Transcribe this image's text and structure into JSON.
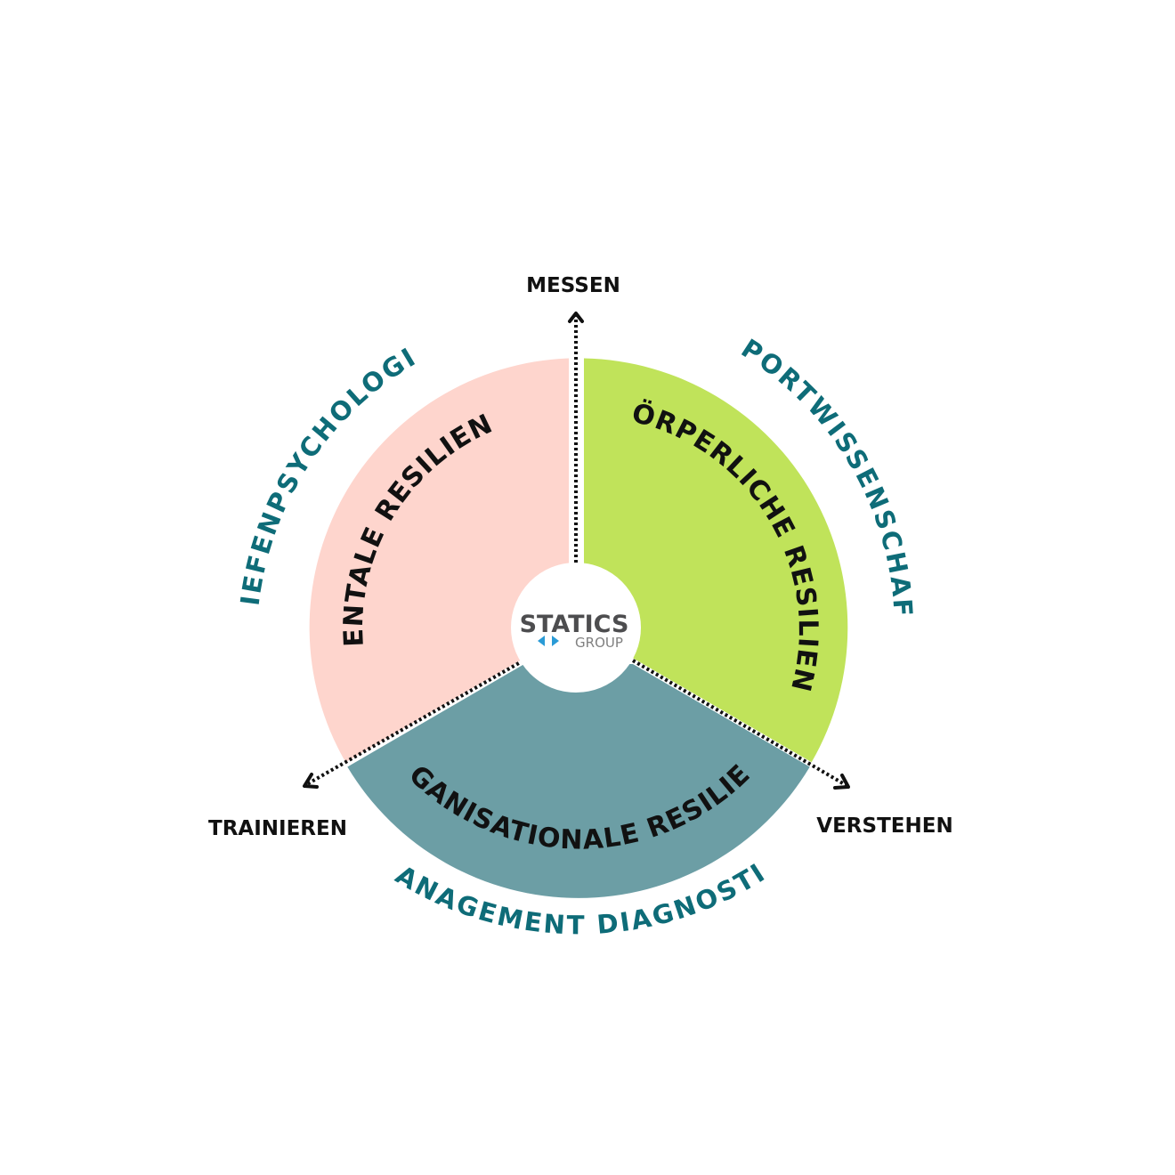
{
  "colors": {
    "mental": "#fed5cd",
    "koerper": "#c0e35a",
    "organisation": "#6c9ea5",
    "discipline_text": "#0e6c78",
    "logo_main": "#4d4d4f",
    "logo_accent": "#2a9bd6",
    "logo_sub": "#808080"
  },
  "segments": {
    "mental": "MENTALE RESILIENZ",
    "koerper": "KÖRPERLICHE RESILIENZ",
    "organisation": "ORGANISATIONALE RESILIENZ"
  },
  "disciplines": {
    "left": "TIEFENPSYCHOLOGIE",
    "right": "SPORTWISSENSCHAFT",
    "bottom": "MANAGEMENT DIAGNOSTIK"
  },
  "axes": {
    "top": "MESSEN",
    "left": "TRAINIEREN",
    "right": "VERSTEHEN"
  },
  "logo": {
    "name": "STATICS",
    "sub": "GROUP",
    "icon": "eye-logo-icon"
  }
}
